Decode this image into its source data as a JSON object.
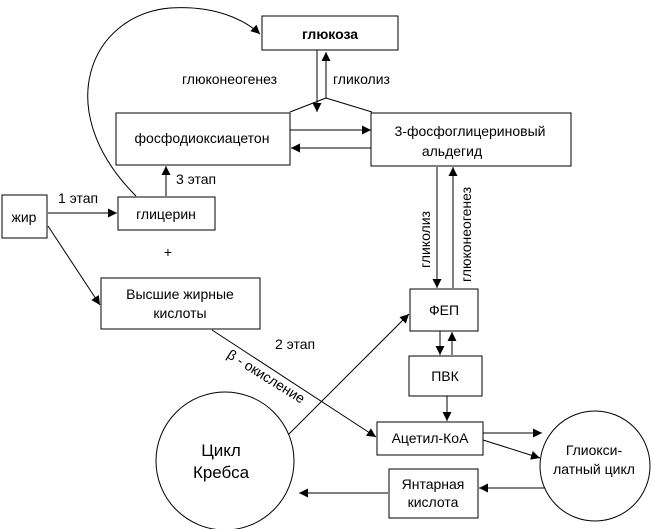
{
  "nodes": {
    "glucose": "глюкоза",
    "dhap": "фосфодиоксиацетон",
    "gap_line1": "3-фосфоглицериновый",
    "gap_line2": "альдегид",
    "fat": "жир",
    "glycerol": "глицерин",
    "fatty_acids_line1": "Высшие жирные",
    "fatty_acids_line2": "кислоты",
    "pep": "ФЕП",
    "pyruvate": "ПВК",
    "acetyl_coa": "Ацетил-КоА",
    "succinic_line1": "Янтарная",
    "succinic_line2": "кислота",
    "krebs_line1": "Цикл",
    "krebs_line2": "Кребса",
    "glyox_line1": "Глиокси-",
    "glyox_line2": "латный цикл"
  },
  "labels": {
    "gluconeogenesis_top": "глюконеогенез",
    "glycolysis_top": "гликолиз",
    "stage1": "1 этап",
    "stage2": "2 этап",
    "stage3": "3  этап",
    "plus": "+",
    "beta_oxidation": "β - окисление",
    "glycolysis_vertical": "гликолиз",
    "gluconeogenesis_vertical": "глюконеогенез"
  }
}
